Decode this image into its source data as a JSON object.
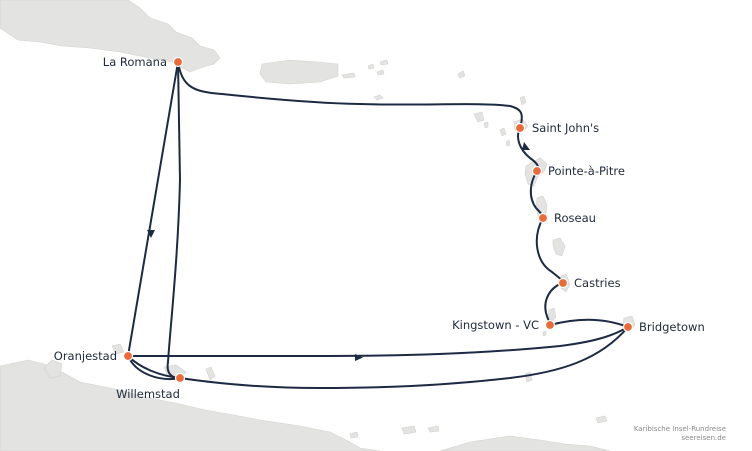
{
  "map": {
    "colors": {
      "land": "#e3e3e1",
      "route": "#1d2a44",
      "port": "#ec6a37",
      "label": "#1f2a3a"
    },
    "ports": [
      {
        "id": "la-romana",
        "name": "La Romana"
      },
      {
        "id": "saint-johns",
        "name": "Saint John's"
      },
      {
        "id": "pointe-a-pitre",
        "name": "Pointe-à-Pitre"
      },
      {
        "id": "roseau",
        "name": "Roseau"
      },
      {
        "id": "castries",
        "name": "Castries"
      },
      {
        "id": "kingstown",
        "name": "Kingstown - VC"
      },
      {
        "id": "bridgetown",
        "name": "Bridgetown"
      },
      {
        "id": "oranjestad",
        "name": "Oranjestad"
      },
      {
        "id": "willemstad",
        "name": "Willemstad"
      }
    ],
    "credit": {
      "line1": "Karibische Insel-Rundreise",
      "line2": "seereisen.de"
    }
  }
}
